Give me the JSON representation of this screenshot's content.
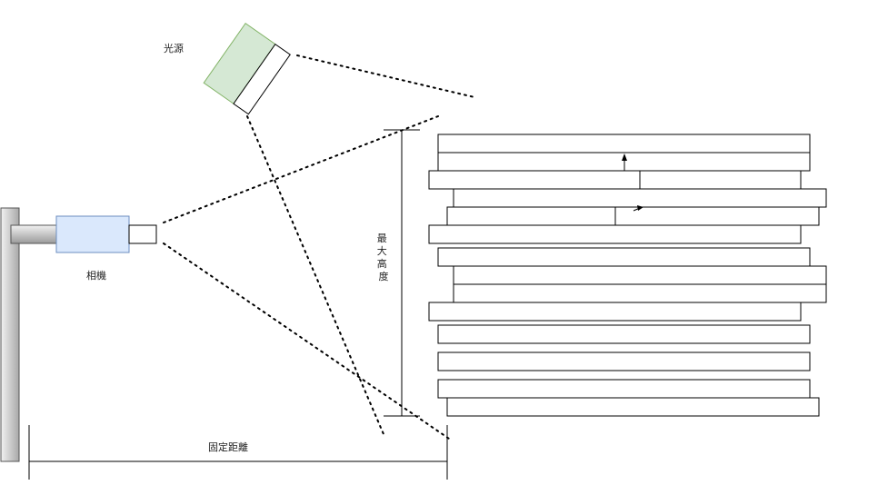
{
  "labels": {
    "light_source": "光源",
    "camera": "相機",
    "max_height": "最大高度",
    "fixed_distance": "固定距離"
  },
  "colors": {
    "light_green": "#d5e8d4",
    "light_green_border": "#82b366",
    "camera_blue": "#dae8fc",
    "camera_blue_border": "#6c8ebf",
    "mount_gray": "#b3b3b3"
  }
}
